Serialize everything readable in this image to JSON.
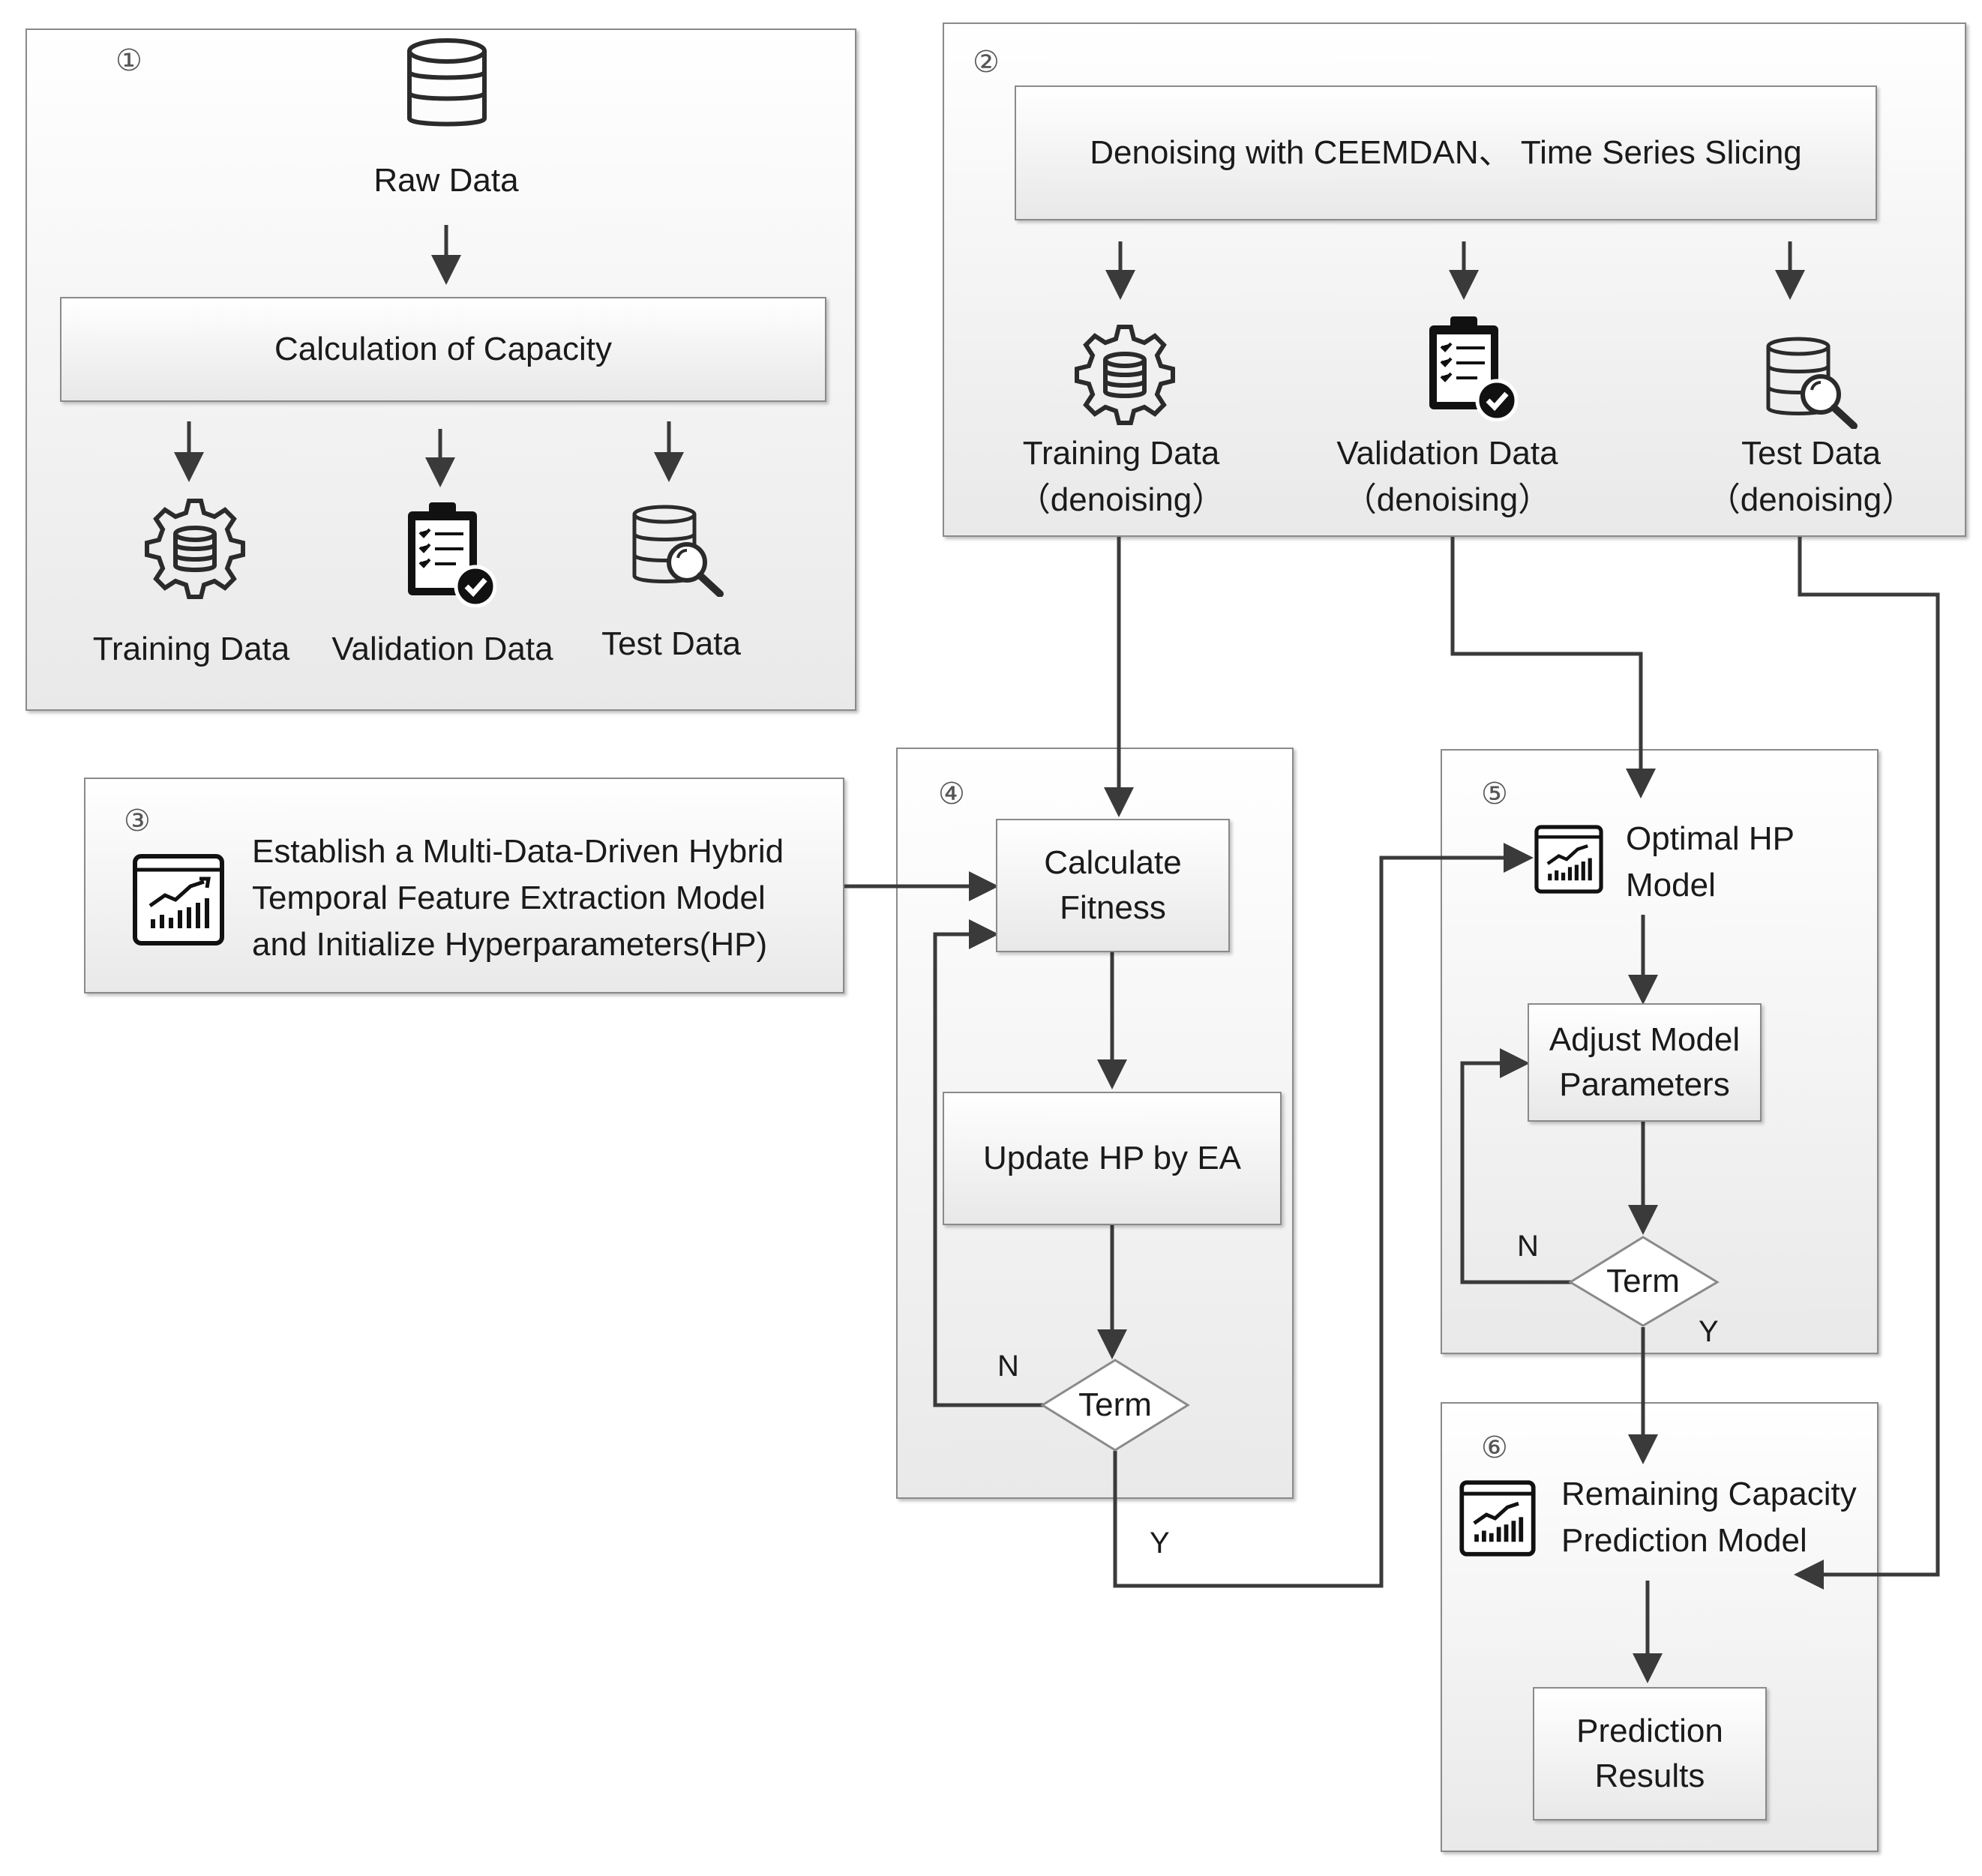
{
  "panels": {
    "p1": {
      "number": "①"
    },
    "p2": {
      "number": "②"
    },
    "p3": {
      "number": "③"
    },
    "p4": {
      "number": "④"
    },
    "p5": {
      "number": "⑤"
    },
    "p6": {
      "number": "⑥"
    }
  },
  "p1": {
    "raw_data": "Raw Data",
    "calc_capacity": "Calculation of Capacity",
    "training": "Training Data",
    "validation": "Validation Data",
    "test": "Test Data"
  },
  "p2": {
    "denoise": "Denoising with CEEMDAN、 Time Series Slicing",
    "training": "Training Data\n（denoising）",
    "validation": "Validation Data\n（denoising）",
    "test": "Test Data\n（denoising）"
  },
  "p3": {
    "establish": "Establish a Multi-Data-Driven Hybrid\nTemporal Feature Extraction Model\nand Initialize Hyperparameters(HP)"
  },
  "p4": {
    "fitness": "Calculate\nFitness",
    "update": "Update HP by EA",
    "term": "Term",
    "n": "N",
    "y": "Y"
  },
  "p5": {
    "optimal": "Optimal HP\nModel",
    "adjust": "Adjust Model\nParameters",
    "term": "Term",
    "n": "N",
    "y": "Y"
  },
  "p6": {
    "remaining": "Remaining Capacity\nPrediction Model",
    "results": "Prediction\nResults"
  },
  "icons": [
    "database-icon",
    "gear-database-icon",
    "clipboard-check-icon",
    "database-search-icon",
    "chart-icon"
  ]
}
